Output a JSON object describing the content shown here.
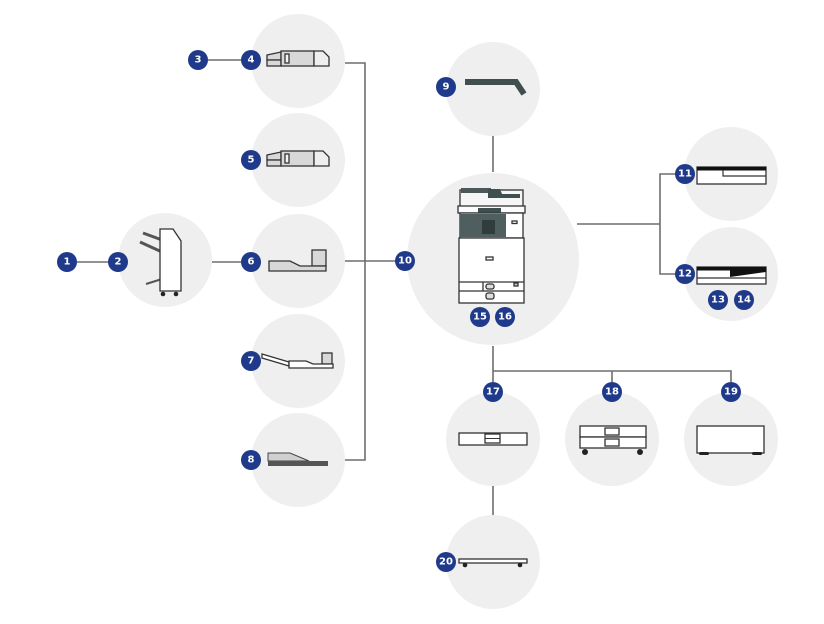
{
  "diagram": {
    "title": "Option configuration diagram",
    "badge_color": "#1f3a8a",
    "circle_color": "#efefef",
    "connector_color": "#6e6e6e",
    "callouts": [
      "1",
      "2",
      "3",
      "4",
      "5",
      "6",
      "7",
      "8",
      "9",
      "10",
      "11",
      "12",
      "13",
      "14",
      "15",
      "16",
      "17",
      "18",
      "19",
      "20"
    ],
    "components": [
      {
        "id": "finisher-booklet",
        "callouts": [
          "1",
          "2"
        ],
        "icon": "booklet-finisher-icon"
      },
      {
        "id": "internal-finisher-a",
        "callouts": [
          "3",
          "4"
        ],
        "icon": "internal-finisher-icon"
      },
      {
        "id": "internal-finisher-b",
        "callouts": [
          "5"
        ],
        "icon": "internal-finisher-icon"
      },
      {
        "id": "bridge-unit",
        "callouts": [
          "6"
        ],
        "icon": "bridge-tray-icon"
      },
      {
        "id": "shift-tray",
        "callouts": [
          "7"
        ],
        "icon": "shift-tray-icon"
      },
      {
        "id": "internal-tray",
        "callouts": [
          "8"
        ],
        "icon": "internal-tray-icon"
      },
      {
        "id": "side-tray",
        "callouts": [
          "9"
        ],
        "icon": "side-tray-icon"
      },
      {
        "id": "main-unit",
        "callouts": [
          "10",
          "15",
          "16"
        ],
        "icon": "mfp-printer-icon"
      },
      {
        "id": "paper-feed-a",
        "callouts": [
          "11"
        ],
        "icon": "paper-feed-unit-icon"
      },
      {
        "id": "paper-feed-b",
        "callouts": [
          "12",
          "13",
          "14"
        ],
        "icon": "paper-feed-unit-icon"
      },
      {
        "id": "single-tray",
        "callouts": [
          "17"
        ],
        "icon": "single-tray-icon"
      },
      {
        "id": "two-tray-unit",
        "callouts": [
          "18"
        ],
        "icon": "two-tray-cabinet-icon"
      },
      {
        "id": "cabinet",
        "callouts": [
          "19"
        ],
        "icon": "cabinet-icon"
      },
      {
        "id": "caster-table",
        "callouts": [
          "20"
        ],
        "icon": "caster-table-icon"
      }
    ]
  }
}
